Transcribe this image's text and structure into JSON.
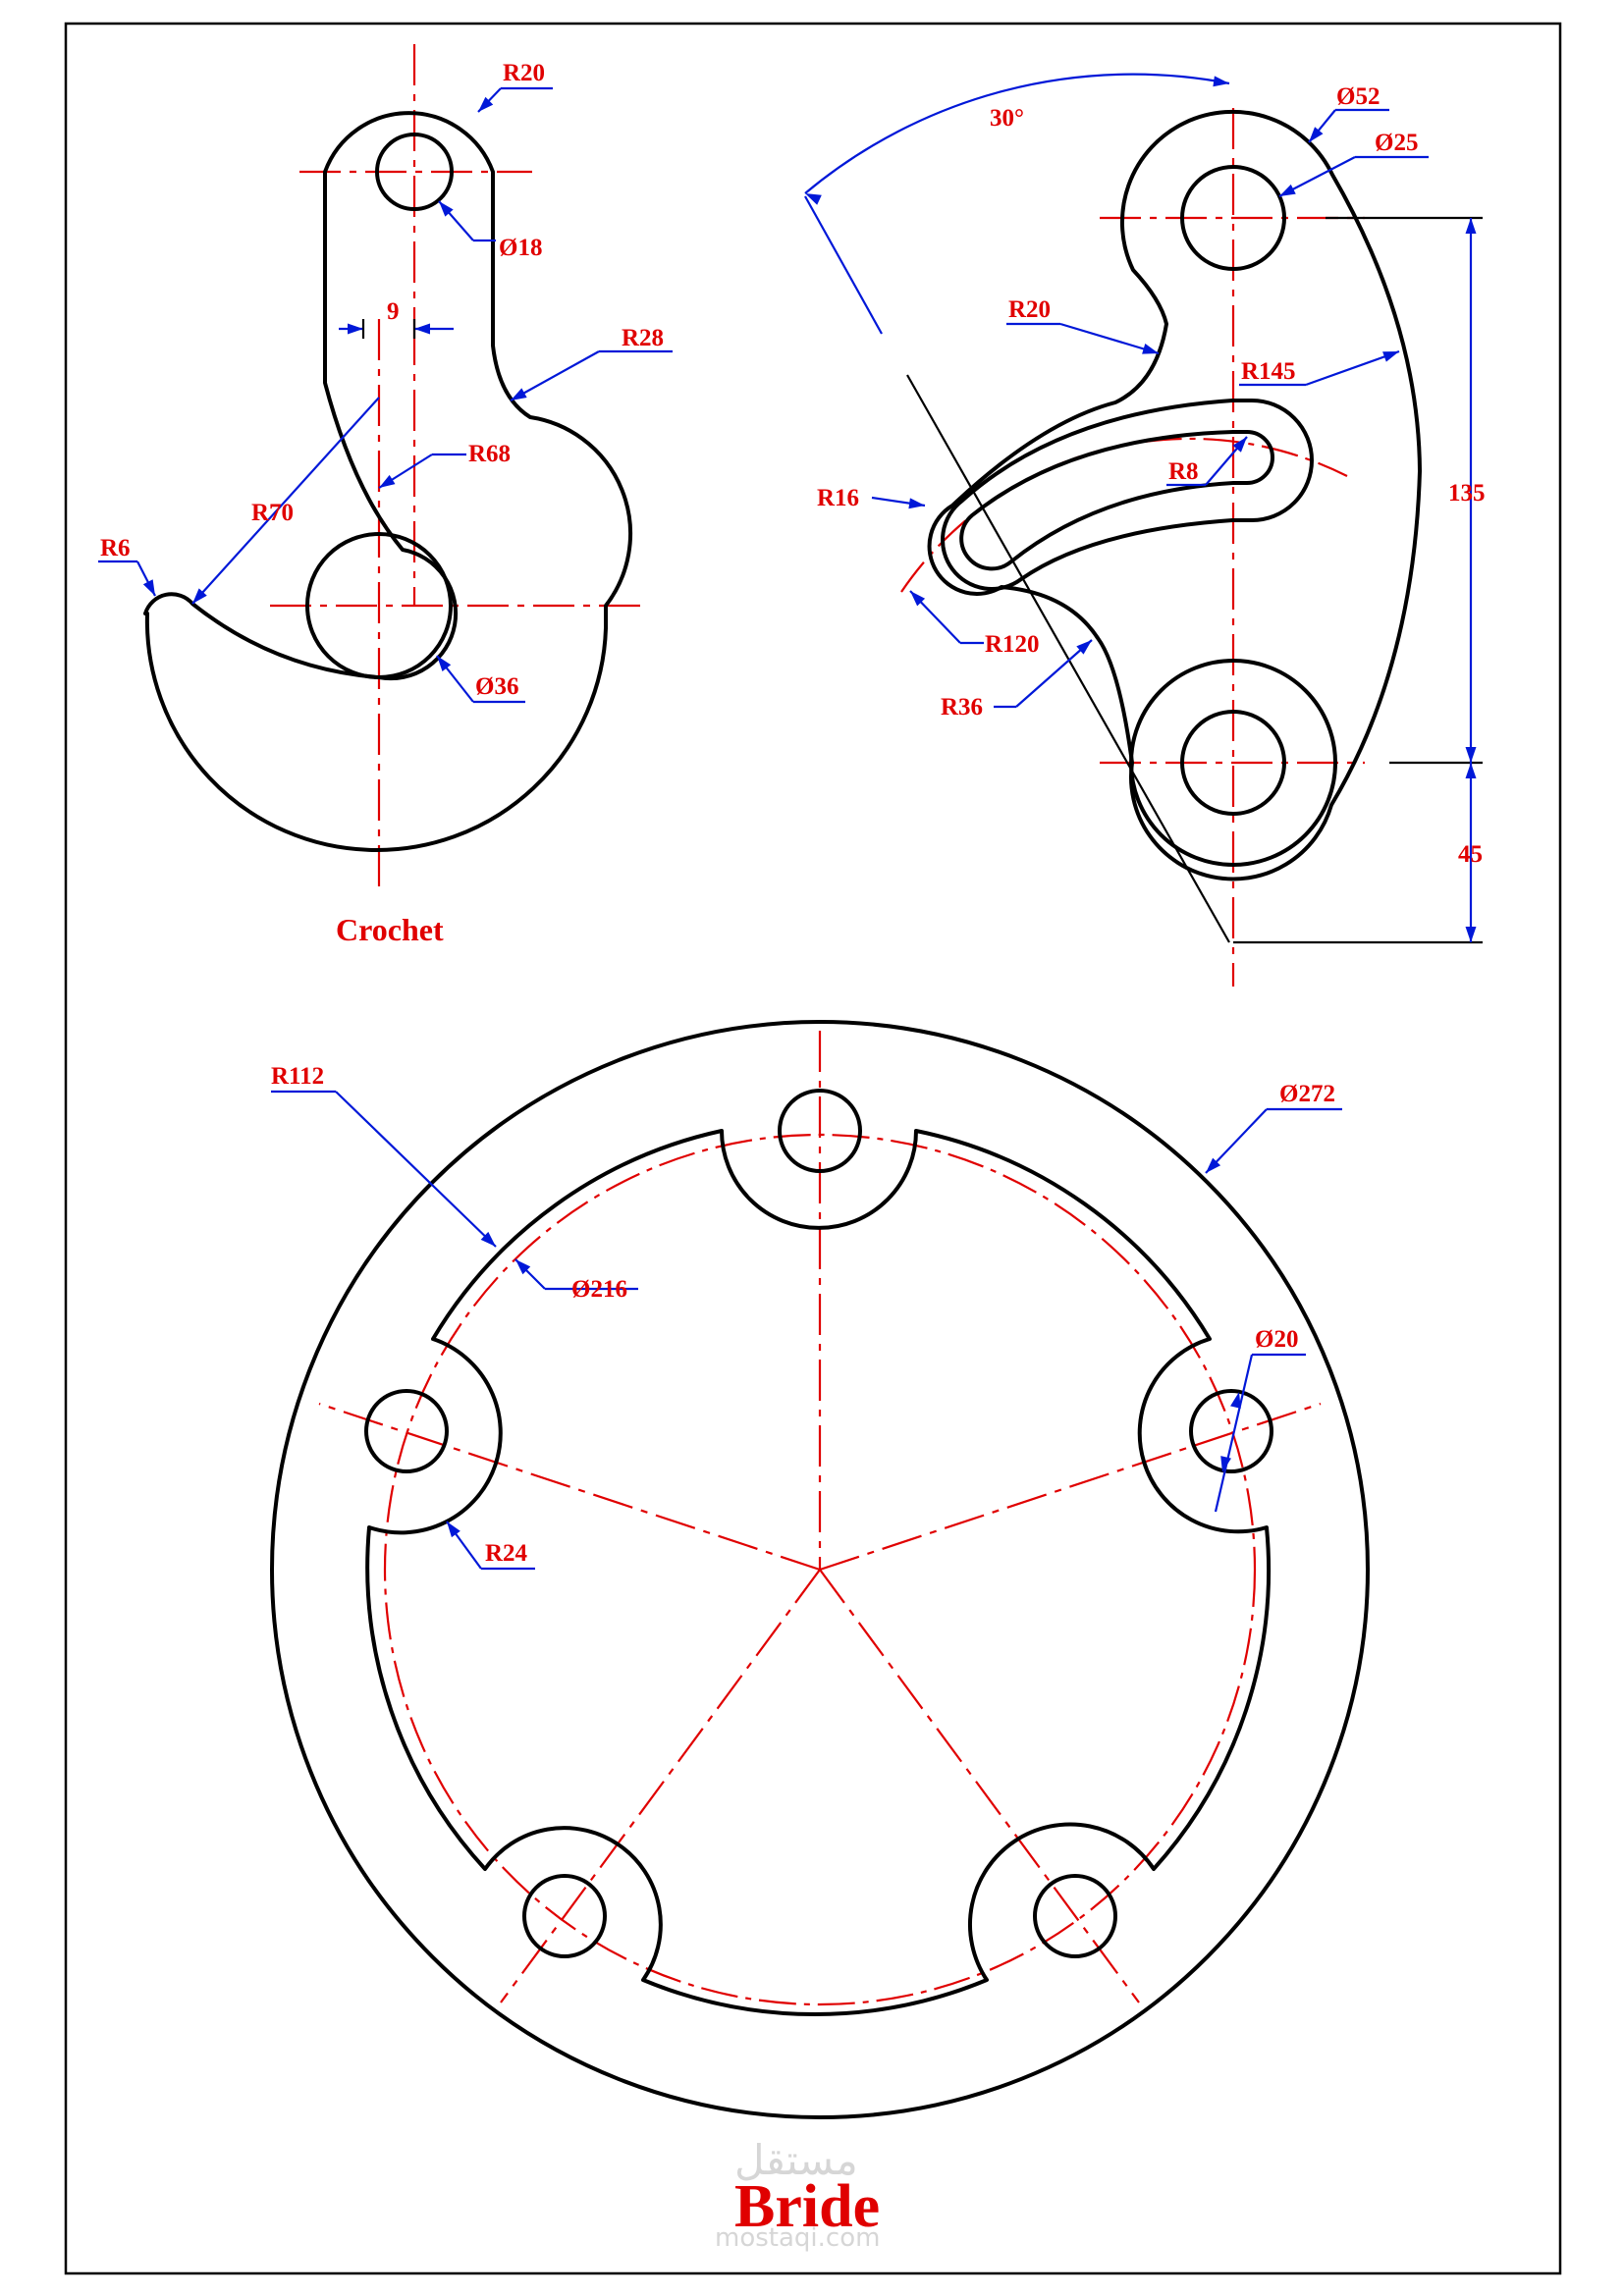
{
  "sheet": {
    "colors": {
      "outline": "#000000",
      "axis": "#e00000",
      "dimension": "#0018d8",
      "text": "#e00000"
    }
  },
  "crochet": {
    "title": "Crochet",
    "dims": {
      "r20": "R20",
      "d18": "Ø18",
      "nine": "9",
      "r28": "R28",
      "r68": "R68",
      "r70": "R70",
      "r6": "R6",
      "d36": "Ø36"
    }
  },
  "lever": {
    "dims": {
      "angle": "30°",
      "d52": "Ø52",
      "d25": "Ø25",
      "r20": "R20",
      "r145": "R145",
      "r8": "R8",
      "r16": "R16",
      "r120": "R120",
      "r36": "R36",
      "l135": "135",
      "l45": "45"
    }
  },
  "bride": {
    "title": "Bride",
    "dims": {
      "r112": "R112",
      "d272": "Ø272",
      "d216": "Ø216",
      "d20": "Ø20",
      "r24": "R24"
    }
  },
  "watermark": {
    "arabic": "مستقل",
    "latin": "mostaqi.com"
  }
}
